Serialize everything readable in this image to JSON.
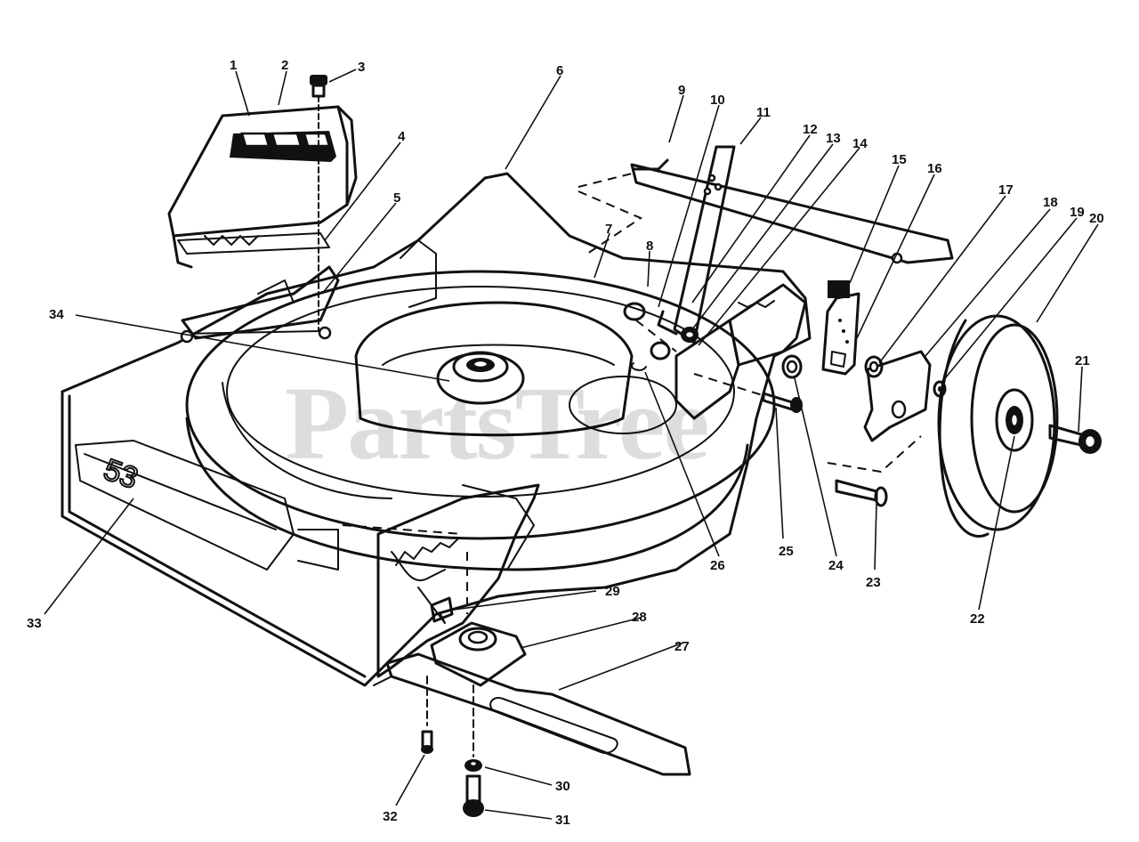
{
  "watermark": "PartsTree",
  "deck_badge": "53",
  "callouts": [
    "1",
    "2",
    "3",
    "4",
    "5",
    "6",
    "7",
    "8",
    "9",
    "10",
    "11",
    "12",
    "13",
    "14",
    "15",
    "16",
    "17",
    "18",
    "19",
    "20",
    "21",
    "22",
    "23",
    "24",
    "25",
    "26",
    "27",
    "28",
    "29",
    "30",
    "31",
    "32",
    "33",
    "34"
  ]
}
